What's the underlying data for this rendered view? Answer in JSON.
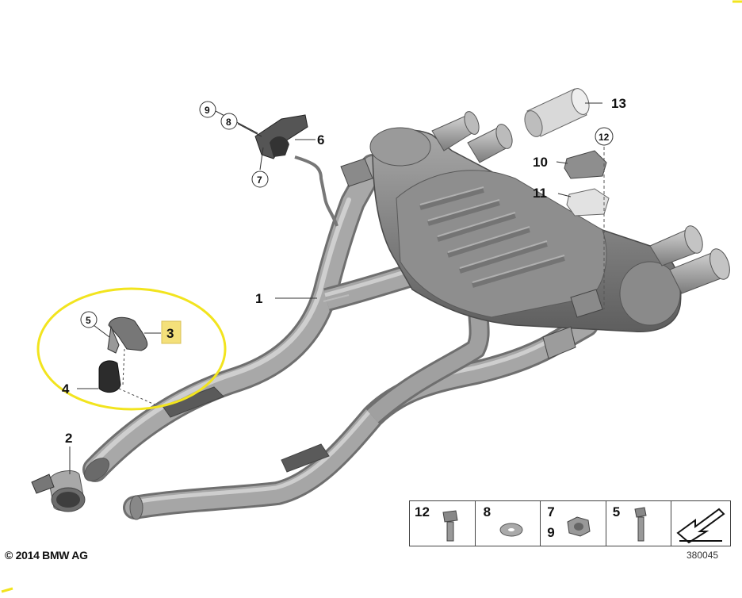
{
  "copyright": "© 2014 BMW AG",
  "diagram_id": "380045",
  "callouts": {
    "p1": "1",
    "p2": "2",
    "p3": "3",
    "p4": "4",
    "p5": "5",
    "p6": "6",
    "p7": "7",
    "p8": "8",
    "p9": "9",
    "p10": "10",
    "p11": "11",
    "p12": "12",
    "p13": "13"
  },
  "legend": {
    "c12": "12",
    "c8": "8",
    "c7": "7",
    "c9": "9",
    "c5": "5"
  },
  "colors": {
    "pipe": "#a2a2a2",
    "muffler": "#8c8c8c",
    "highlight_ellipse": "#f2e41e",
    "callout3_bg": "#f4e07a",
    "legend_border": "#444444"
  }
}
